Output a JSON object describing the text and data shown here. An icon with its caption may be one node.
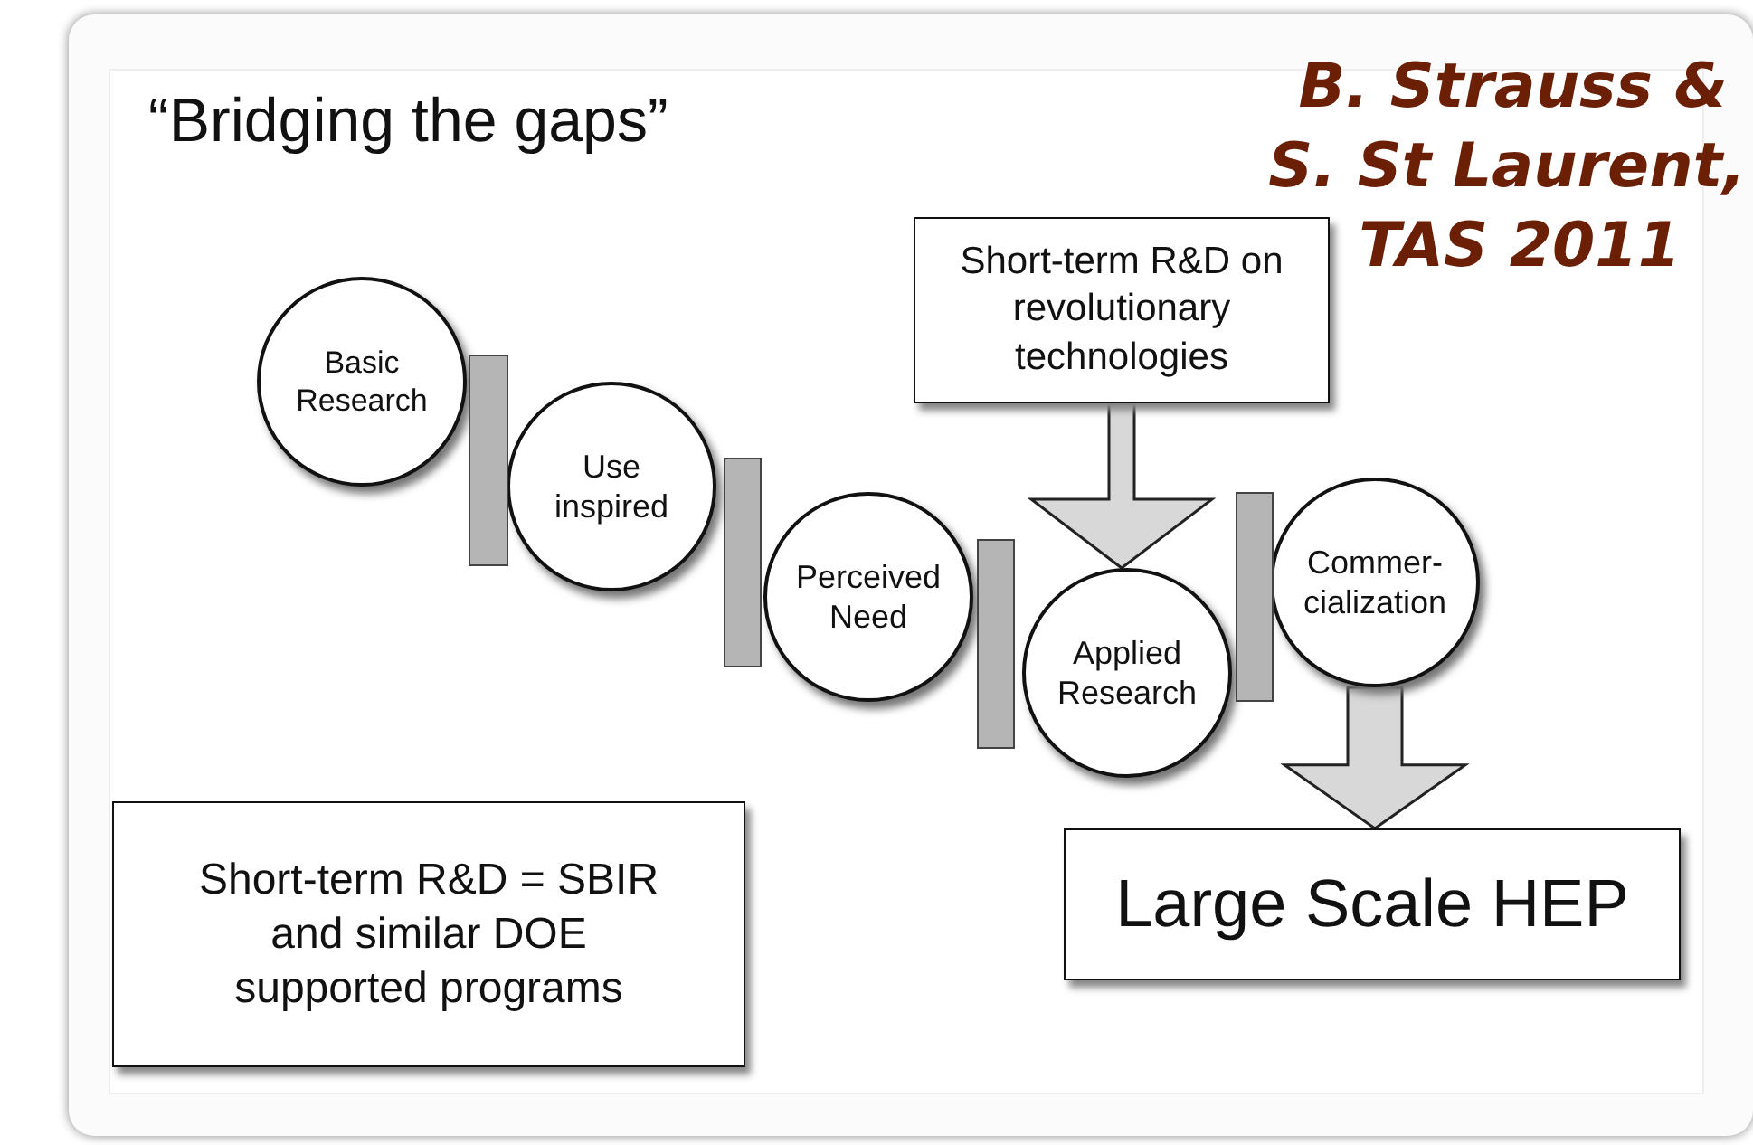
{
  "diagram": {
    "title": "“Bridging the gaps”",
    "nodes": [
      {
        "text": [
          "Basic Research"
        ]
      },
      {
        "text": [
          "Use inspired"
        ]
      },
      {
        "text": [
          "Perceived Need"
        ]
      },
      {
        "text": [
          "Applied Research"
        ]
      },
      {
        "text": [
          "Commer- cialization"
        ]
      },
      {
        "text": [
          "Short-term R&D on revolutionary technologies"
        ]
      },
      {
        "text": [
          "Large Scale HEP"
        ]
      },
      {
        "text": [
          "Short-term R&D = SBIR and similar DOE supported programs"
        ]
      },
      {
        "text": [],
        "shape": "bar"
      },
      {
        "text": [],
        "shape": "bar"
      },
      {
        "text": [],
        "shape": "bar"
      },
      {
        "text": [],
        "shape": "bar"
      }
    ],
    "edges": [
      {
        "from": 5,
        "to": 3,
        "arrow": "to"
      },
      {
        "from": 4,
        "to": 6,
        "arrow": "to"
      }
    ],
    "labels": [
      "B. Strauss &",
      "S. St Laurent,",
      "TAS 2011"
    ]
  }
}
